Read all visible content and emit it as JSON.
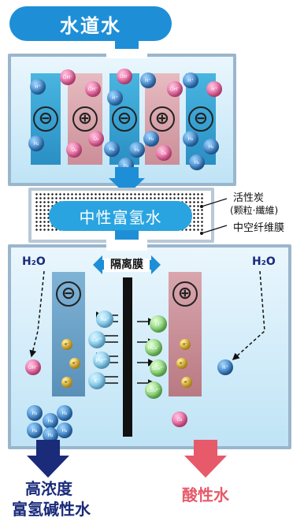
{
  "top_label": "水道水",
  "middle_label": "中性富氢水",
  "filter_labels": {
    "carbon": "活性炭",
    "carbon_detail": "(颗粒·纖維)",
    "membrane": "中空纤维膜"
  },
  "bottom_section": {
    "membrane_label": "隔离膜",
    "h2o_left": "H₂O",
    "h2o_right": "H₂O"
  },
  "outputs": {
    "alkaline_line1": "高浓度",
    "alkaline_line2": "富氢碱性水",
    "acidic": "酸性水"
  },
  "colors": {
    "top_arrow": "#1e8fd6",
    "alkaline_arrow": "#1a2b7a",
    "acidic_arrow": "#e65a6a",
    "alkaline_text": "#1a2b7a",
    "acidic_text": "#e65a6a"
  },
  "top_electrodes": [
    "⊖",
    "⊕",
    "⊖",
    "⊕",
    "⊖"
  ],
  "top_molecules": [
    "H⁺",
    "OH⁻",
    "OH⁻",
    "H⁺",
    "H⁺",
    "H⁺",
    "OH⁻",
    "H⁺",
    "OH⁻",
    "H₂",
    "O₂",
    "O₂",
    "H₂",
    "H₂",
    "H₂",
    "H₂",
    "O₂",
    "H₂",
    "H₂",
    "O₂",
    "H₂",
    "H₂",
    "H₂"
  ],
  "bottom_electrodes": [
    "⊖",
    "⊕"
  ],
  "electrons": [
    "e⁻",
    "e⁻",
    "e⁻",
    "e⁻",
    "e⁻",
    "e⁻"
  ],
  "cations": [
    "Na⁺",
    "Ca²⁺",
    "Mg²⁺",
    "K⁺"
  ],
  "anions": [
    "Cl⁻",
    "NO₃⁻",
    "SO₄²⁻",
    "CO₃²⁻"
  ],
  "bottom_products": {
    "oh": "OH⁻",
    "h": "H⁺",
    "h2_list": [
      "H₂",
      "H₂",
      "H₂",
      "H₂",
      "H₂",
      "H₂"
    ],
    "o2": "O₂"
  }
}
